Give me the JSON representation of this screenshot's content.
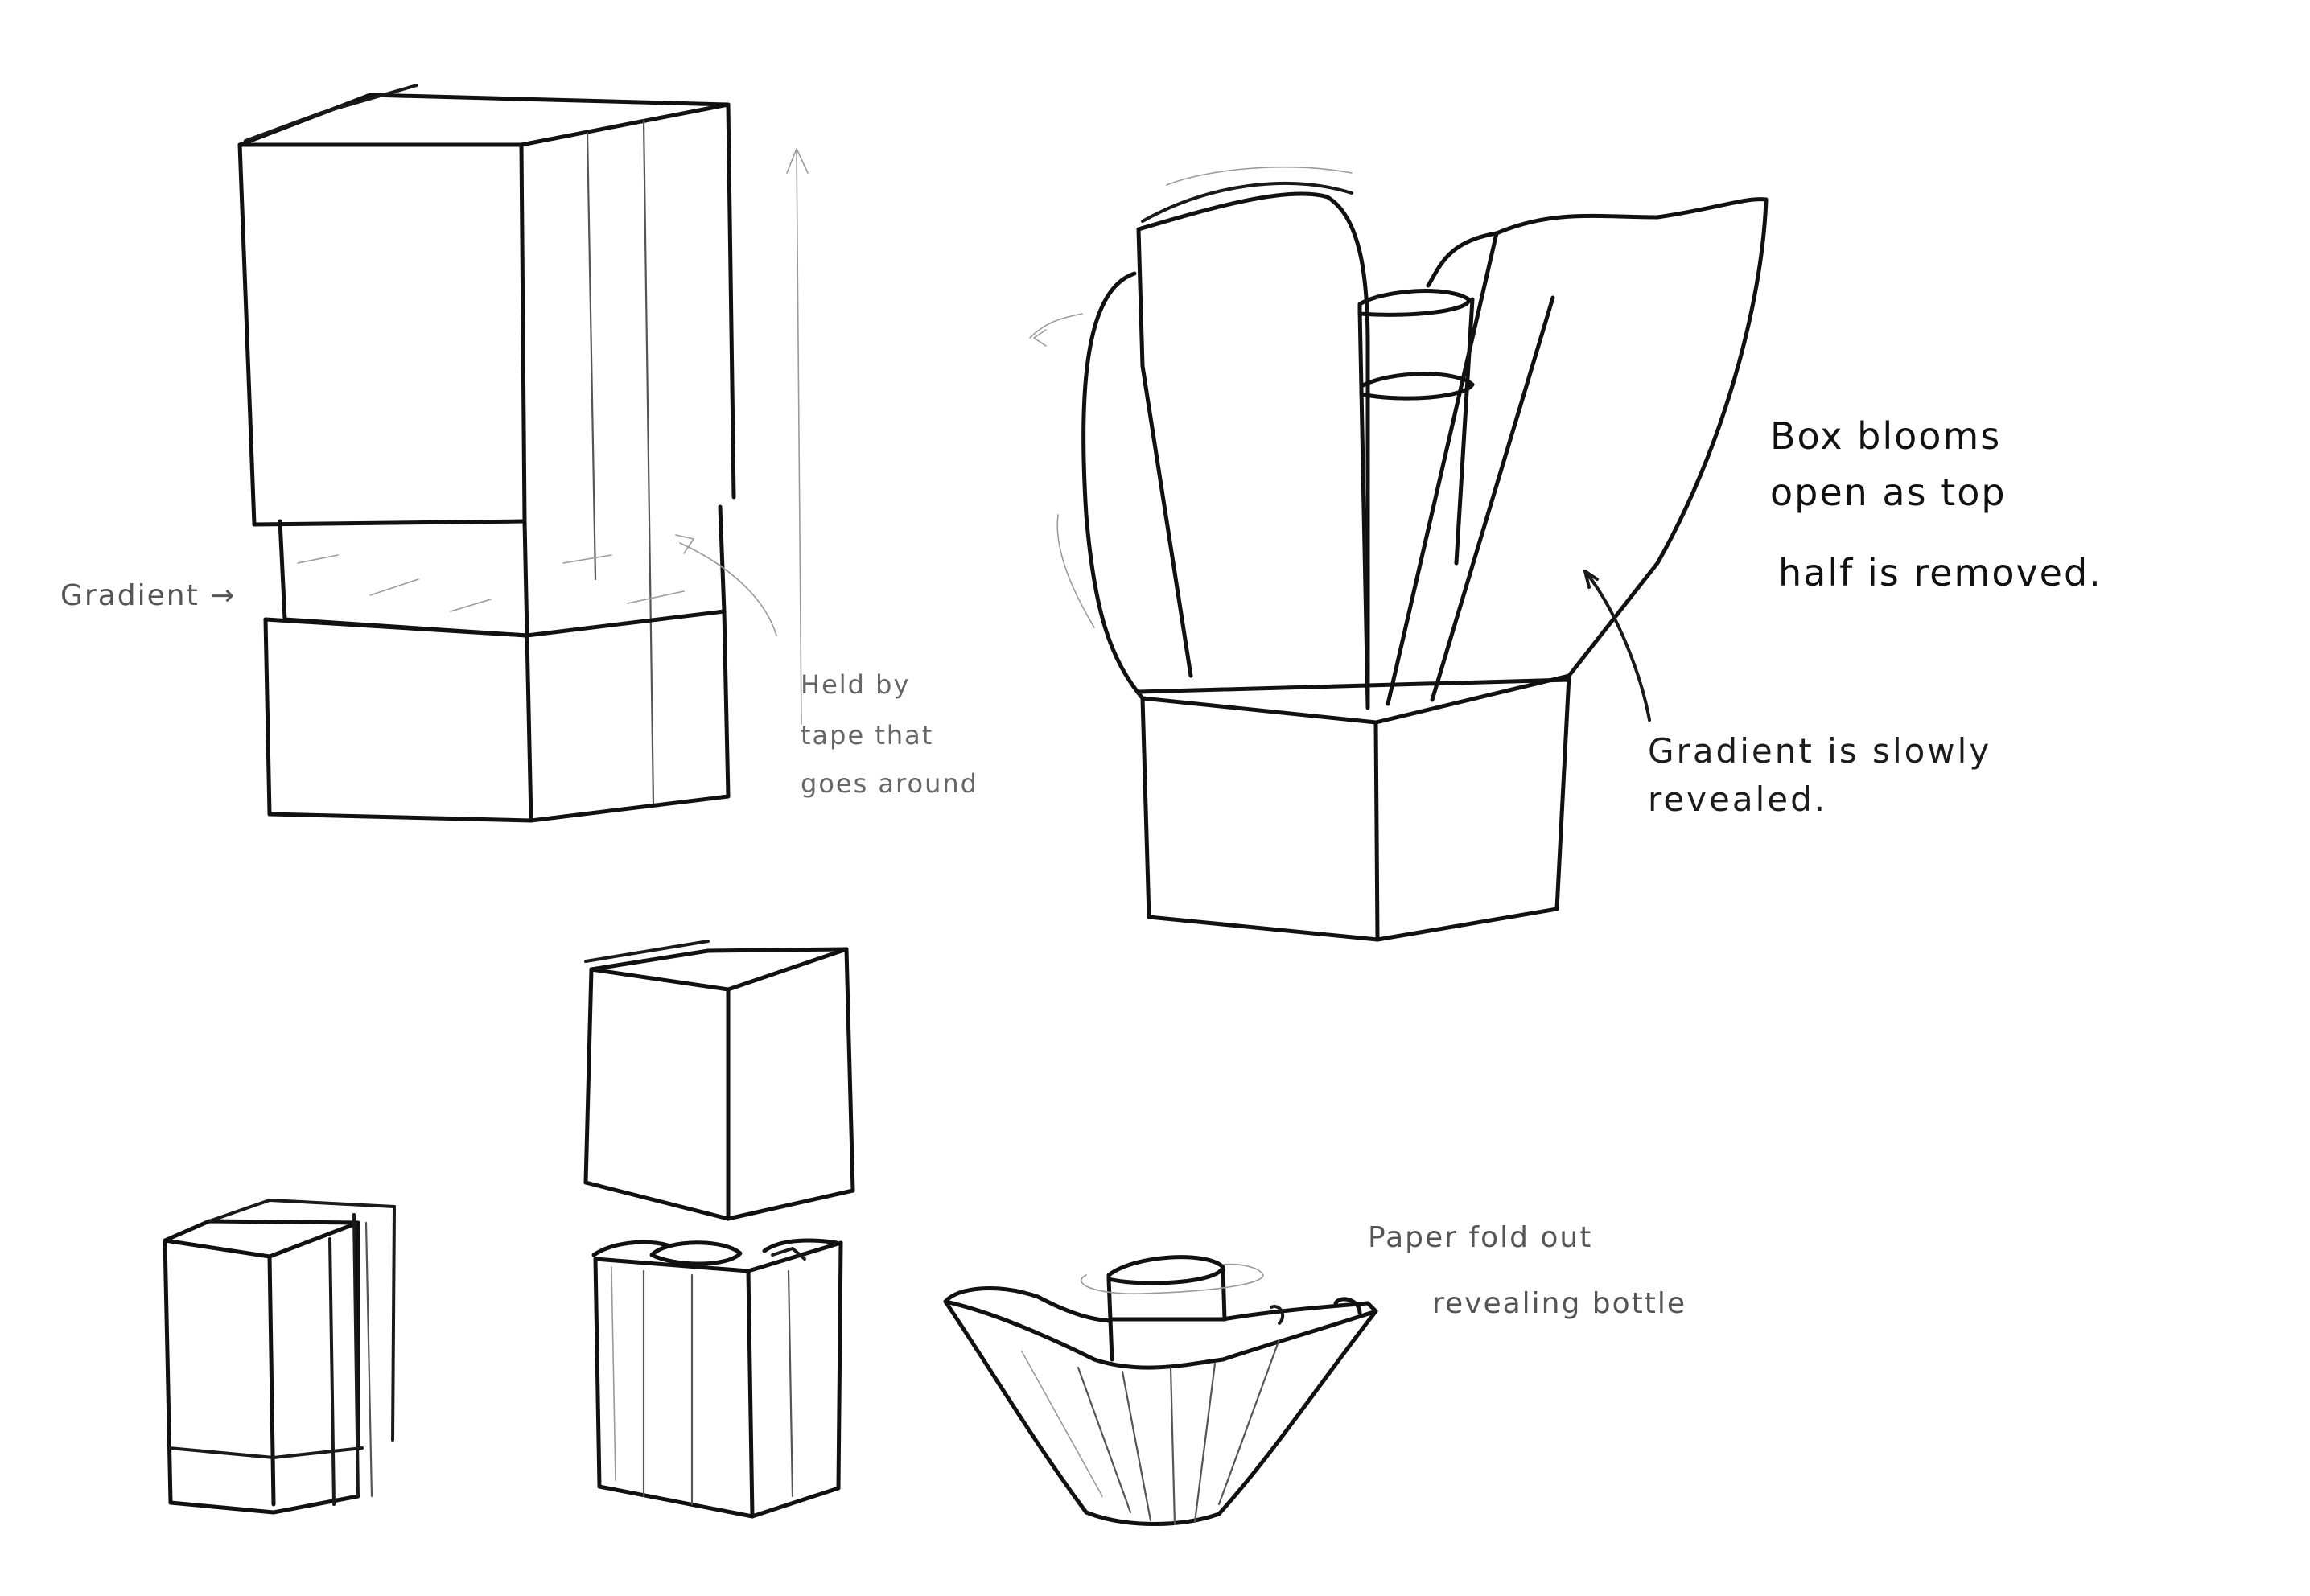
{
  "notes": {
    "gradient_label": "Gradient →",
    "held_line1": "Held  by",
    "held_line2": "tape  that",
    "held_line3": "goes  around",
    "bloom_line1": "Box    blooms",
    "bloom_line2": "open     as     top",
    "bloom_line3": "half     is     removed.",
    "revealed_line1": "Gradient     is     slowly",
    "revealed_line2": "revealed.",
    "paper_line1": "Paper      fold      out",
    "paper_line2": "revealing   bottle"
  }
}
